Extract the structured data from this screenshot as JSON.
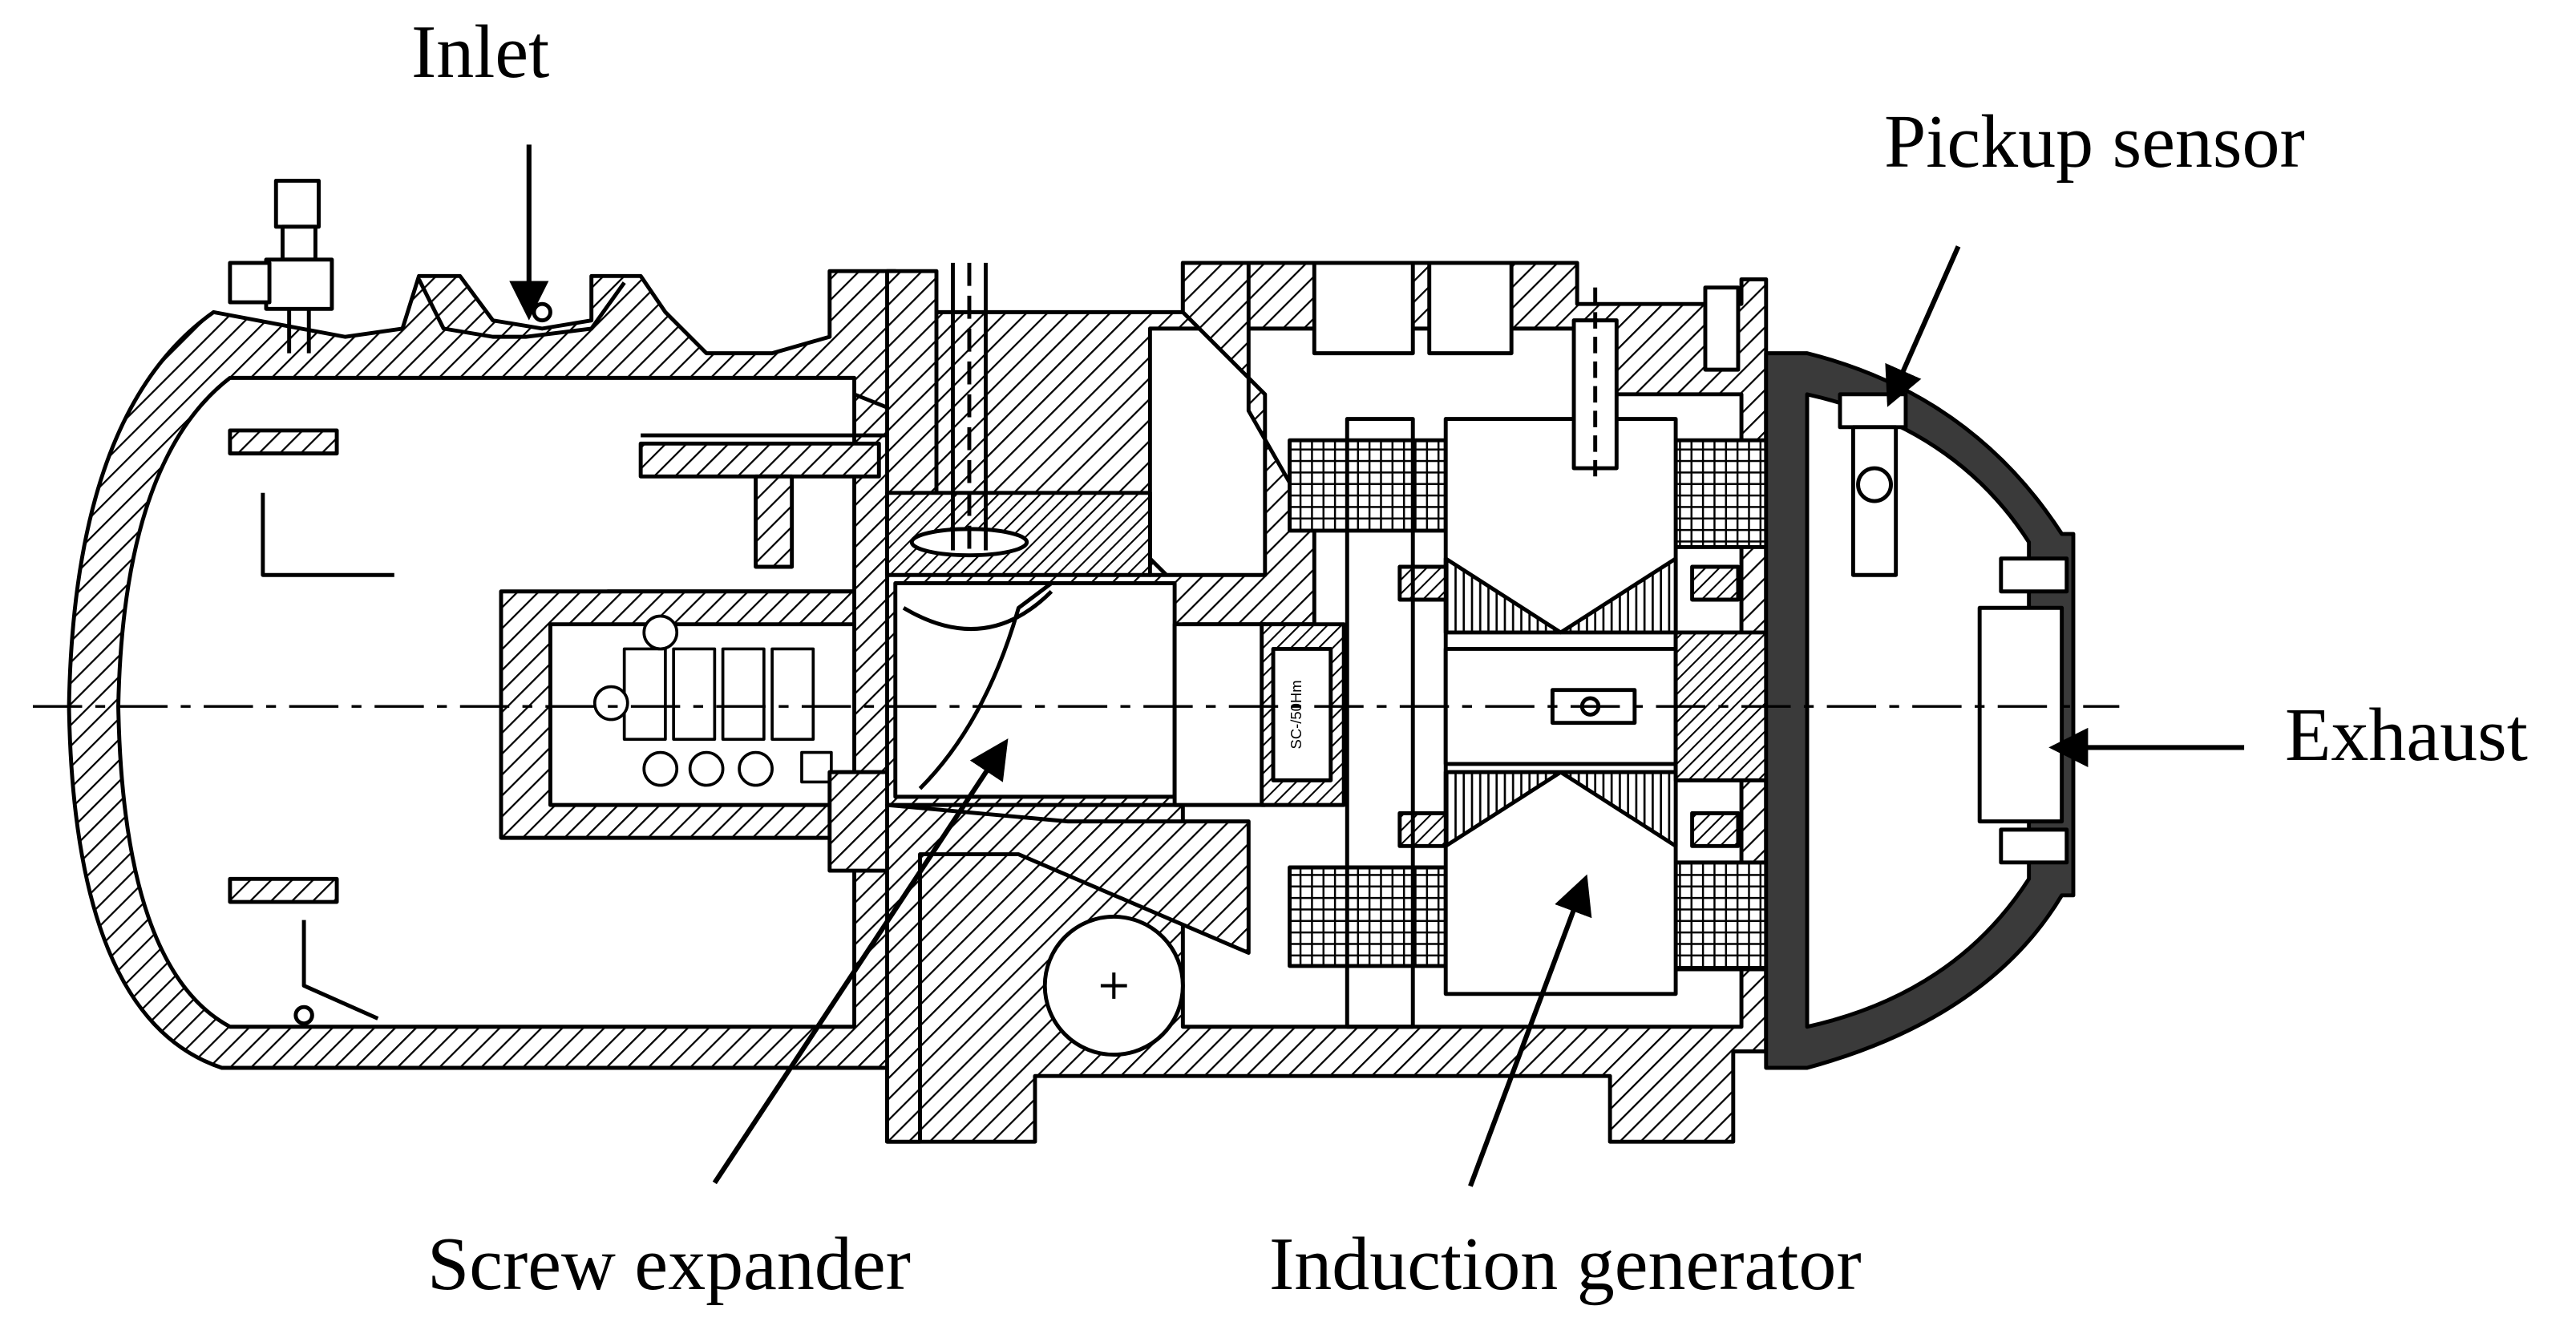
{
  "figure": {
    "background": "#ffffff",
    "ink": "#000000",
    "labels": {
      "inlet": "Inlet",
      "pickup_sensor": "Pickup sensor",
      "exhaust": "Exhaust",
      "screw_expander": "Screw expander",
      "induction_generator": "Induction generator"
    },
    "unit_markings": {
      "motor_stamp": "SC-/50Hm"
    }
  }
}
